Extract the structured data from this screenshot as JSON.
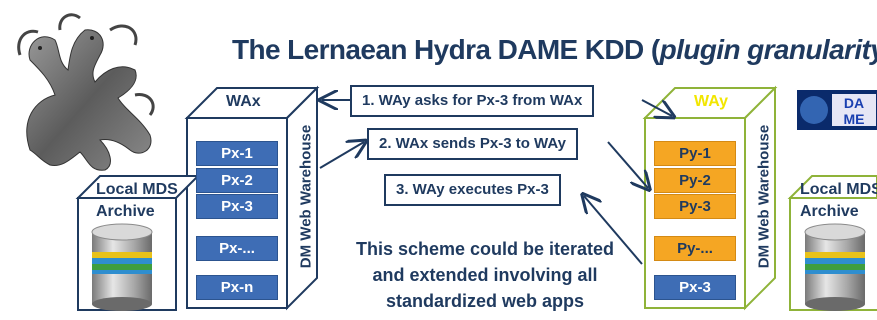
{
  "title": {
    "main": "The Lernaean Hydra DAME KDD (",
    "italic": "plugin granularity",
    "end": ")"
  },
  "warehouse_left": {
    "name": "WAx",
    "label": "DM Web Warehouse",
    "plugins": [
      "Px-1",
      "Px-2",
      "Px-3",
      "Px-...",
      "Px-n"
    ],
    "archive_label": [
      "Local MDS",
      "Archive"
    ]
  },
  "warehouse_right": {
    "name": "WAy",
    "label": "DM Web Warehouse",
    "plugins": [
      "Py-1",
      "Py-2",
      "Py-3",
      "Py-...",
      "Px-3"
    ],
    "archive_label": [
      "Local MDS",
      "Archive"
    ]
  },
  "steps": [
    "1. WAy asks for Px-3 from WAx",
    "2. WAx sends Px-3 to WAy",
    "3. WAy executes Px-3"
  ],
  "note": [
    "This scheme could be iterated",
    "and extended involving all",
    "standardized web apps"
  ],
  "logo": {
    "text": [
      "DA",
      "ME"
    ]
  },
  "colors": {
    "navy": "#1f3a5f",
    "blue_plugin": "#3e6db5",
    "orange_plugin": "#f5a623",
    "green_box": "#8fb339",
    "yellow_label": "#f2e600"
  }
}
